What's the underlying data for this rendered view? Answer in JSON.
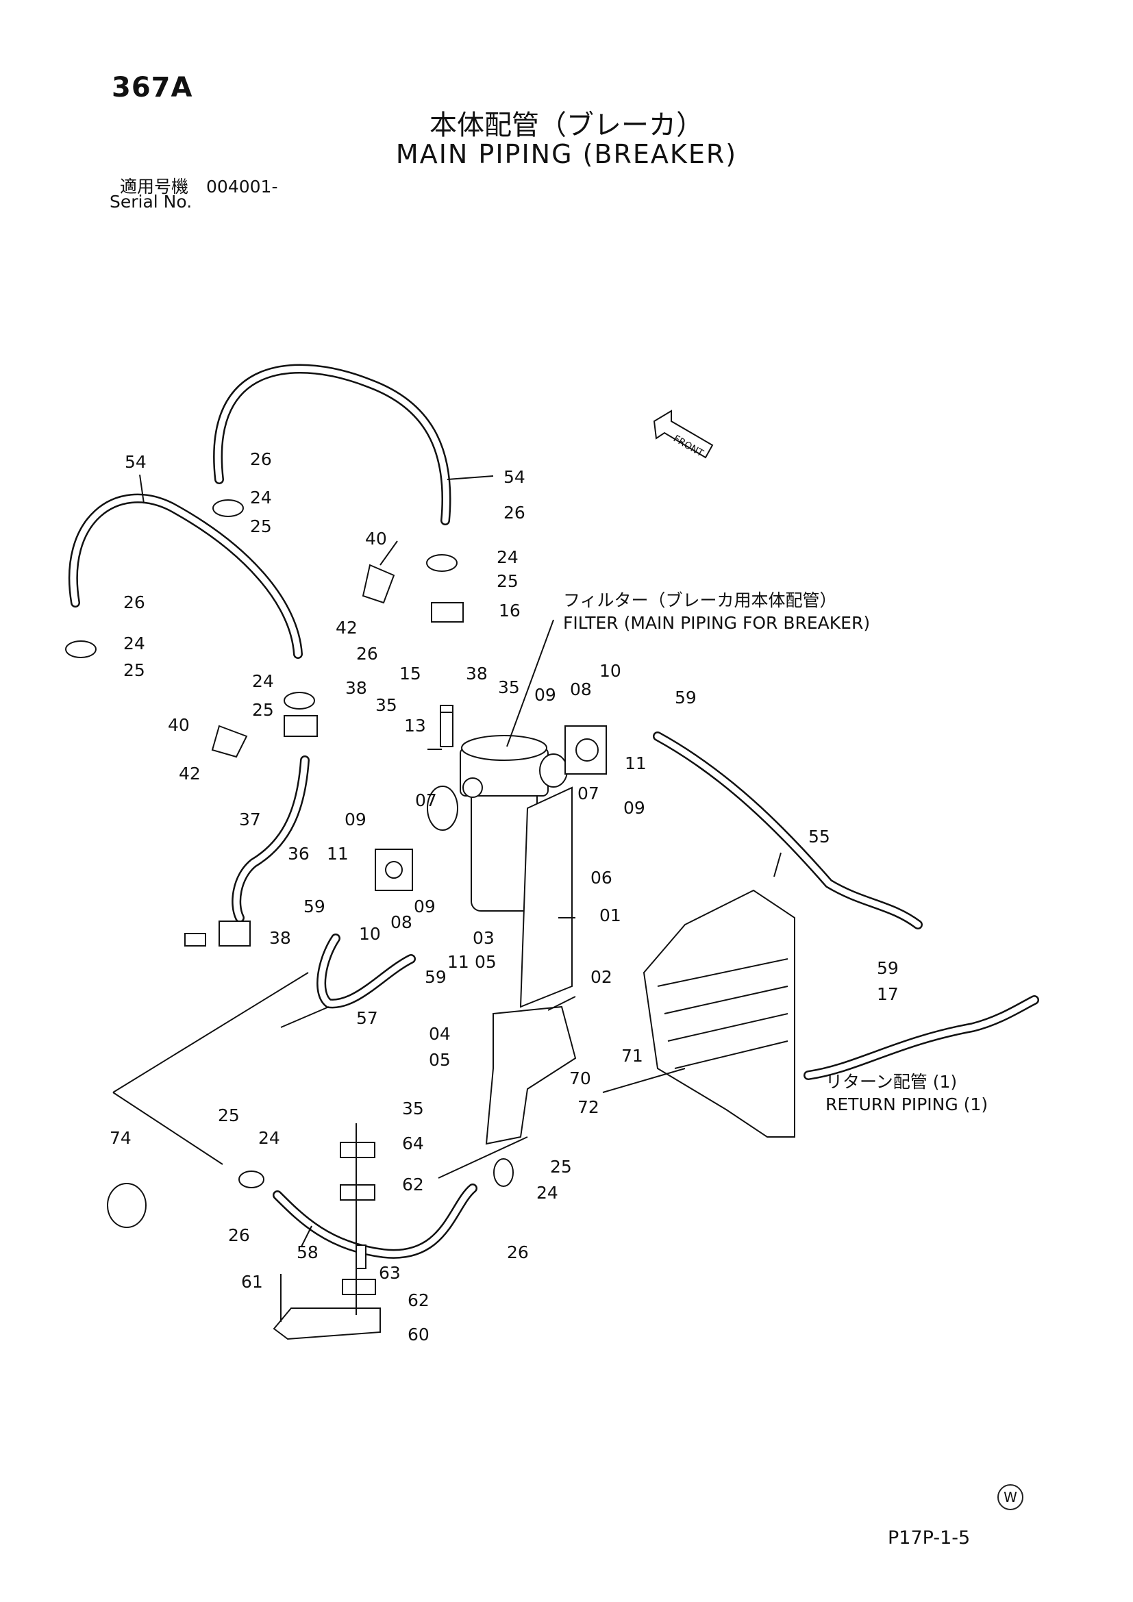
{
  "header": {
    "page_code": "367A",
    "title_jp": "本体配管（ブレーカ）",
    "title_en": "MAIN PIPING (BREAKER)",
    "serial_label_jp": "適用号機",
    "serial_number": "004001-",
    "serial_label_en": "Serial No."
  },
  "subassemblies": {
    "filter_jp": "フィルター（ブレーカ用本体配管）",
    "filter_en": "FILTER (MAIN PIPING FOR BREAKER)",
    "return_jp": "リターン配管 (1)",
    "return_en": "RETURN PIPING (1)"
  },
  "front_arrow": "FRONT",
  "footer": {
    "watermark": "W",
    "page_ref": "P17P-1-5"
  },
  "callouts": [
    {
      "id": "c01",
      "text": "54"
    },
    {
      "id": "c02",
      "text": "26"
    },
    {
      "id": "c03",
      "text": "24"
    },
    {
      "id": "c04",
      "text": "25"
    },
    {
      "id": "c05",
      "text": "54"
    },
    {
      "id": "c06",
      "text": "26"
    },
    {
      "id": "c07",
      "text": "24"
    },
    {
      "id": "c08",
      "text": "25"
    },
    {
      "id": "c09",
      "text": "40"
    },
    {
      "id": "c10",
      "text": "16"
    },
    {
      "id": "c11",
      "text": "42"
    },
    {
      "id": "c12",
      "text": "26"
    },
    {
      "id": "c13",
      "text": "24"
    },
    {
      "id": "c14",
      "text": "25"
    },
    {
      "id": "c15",
      "text": "26"
    },
    {
      "id": "c16",
      "text": "15"
    },
    {
      "id": "c17",
      "text": "38"
    },
    {
      "id": "c18",
      "text": "35"
    },
    {
      "id": "c19",
      "text": "24"
    },
    {
      "id": "c20",
      "text": "25"
    },
    {
      "id": "c21",
      "text": "38"
    },
    {
      "id": "c22",
      "text": "35"
    },
    {
      "id": "c23",
      "text": "13"
    },
    {
      "id": "c24",
      "text": "40"
    },
    {
      "id": "c25",
      "text": "42"
    },
    {
      "id": "c26",
      "text": "09"
    },
    {
      "id": "c27",
      "text": "08"
    },
    {
      "id": "c28",
      "text": "10"
    },
    {
      "id": "c29",
      "text": "59"
    },
    {
      "id": "c30",
      "text": "11"
    },
    {
      "id": "c31",
      "text": "07"
    },
    {
      "id": "c32",
      "text": "07"
    },
    {
      "id": "c33",
      "text": "09"
    },
    {
      "id": "c34",
      "text": "37"
    },
    {
      "id": "c35",
      "text": "09"
    },
    {
      "id": "c36",
      "text": "55"
    },
    {
      "id": "c37",
      "text": "36"
    },
    {
      "id": "c38",
      "text": "11"
    },
    {
      "id": "c39",
      "text": "06"
    },
    {
      "id": "c40",
      "text": "59"
    },
    {
      "id": "c41",
      "text": "10"
    },
    {
      "id": "c42",
      "text": "08"
    },
    {
      "id": "c43",
      "text": "09"
    },
    {
      "id": "c44",
      "text": "01"
    },
    {
      "id": "c45",
      "text": "38"
    },
    {
      "id": "c46",
      "text": "03"
    },
    {
      "id": "c47",
      "text": "05"
    },
    {
      "id": "c48",
      "text": "11"
    },
    {
      "id": "c49",
      "text": "59"
    },
    {
      "id": "c50",
      "text": "02"
    },
    {
      "id": "c51",
      "text": "59"
    },
    {
      "id": "c52",
      "text": "17"
    },
    {
      "id": "c53",
      "text": "57"
    },
    {
      "id": "c54",
      "text": "04"
    },
    {
      "id": "c55",
      "text": "05"
    },
    {
      "id": "c56",
      "text": "71"
    },
    {
      "id": "c57",
      "text": "70"
    },
    {
      "id": "c58",
      "text": "72"
    },
    {
      "id": "c59",
      "text": "25"
    },
    {
      "id": "c60",
      "text": "35"
    },
    {
      "id": "c61",
      "text": "74"
    },
    {
      "id": "c62",
      "text": "24"
    },
    {
      "id": "c63",
      "text": "64"
    },
    {
      "id": "c64",
      "text": "25"
    },
    {
      "id": "c65",
      "text": "62"
    },
    {
      "id": "c66",
      "text": "24"
    },
    {
      "id": "c67",
      "text": "26"
    },
    {
      "id": "c68",
      "text": "58"
    },
    {
      "id": "c69",
      "text": "26"
    },
    {
      "id": "c70",
      "text": "63"
    },
    {
      "id": "c71",
      "text": "61"
    },
    {
      "id": "c72",
      "text": "62"
    },
    {
      "id": "c73",
      "text": "60"
    }
  ]
}
